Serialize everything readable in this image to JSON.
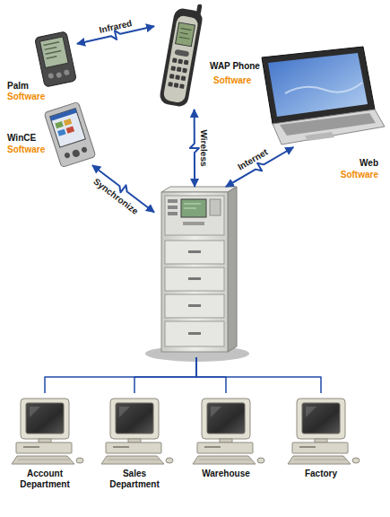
{
  "diagram": {
    "nodes": [
      {
        "text": [
          "Palm",
          "Software"
        ]
      },
      {
        "text": [
          "WAP Phone",
          "Software"
        ]
      },
      {
        "text": [
          "WinCE",
          "Software"
        ]
      },
      {
        "text": [
          "Web",
          "Software"
        ]
      },
      {
        "text": []
      },
      {
        "text": [
          "Account Department"
        ]
      },
      {
        "text": [
          "Sales Department"
        ]
      },
      {
        "text": [
          "Warehouse"
        ]
      },
      {
        "text": [
          "Factory"
        ]
      }
    ],
    "edges": [
      {
        "from": 0,
        "to": 1,
        "label": "Infrared",
        "arrow": "both"
      },
      {
        "from": 2,
        "to": 4,
        "label": "Synchronize",
        "arrow": "both"
      },
      {
        "from": 1,
        "to": 4,
        "label": "Wireless",
        "arrow": "both"
      },
      {
        "from": 3,
        "to": 4,
        "label": "Internet",
        "arrow": "both"
      },
      {
        "from": 4,
        "to": 5,
        "arrow": "none"
      },
      {
        "from": 4,
        "to": 6,
        "arrow": "none"
      },
      {
        "from": 4,
        "to": 7,
        "arrow": "none"
      },
      {
        "from": 4,
        "to": 8,
        "arrow": "none"
      }
    ]
  }
}
